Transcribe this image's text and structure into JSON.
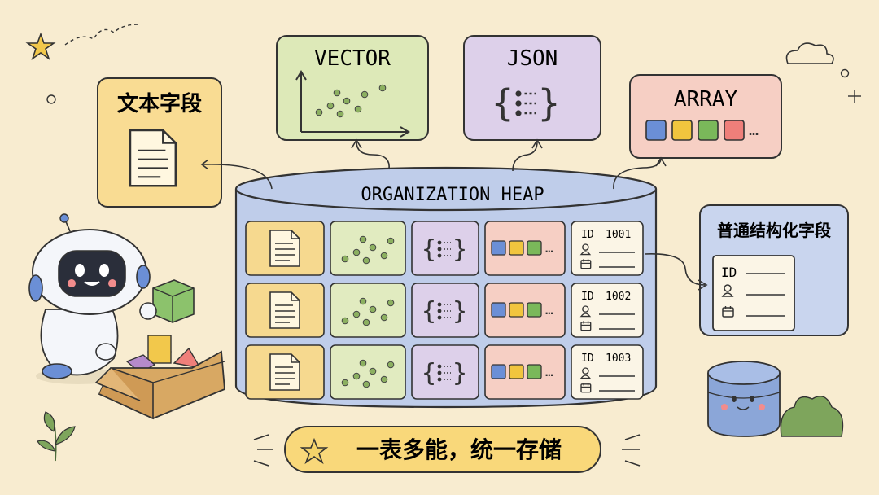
{
  "boxes": {
    "text_field": {
      "title": "文本字段",
      "fill": "#f9dc93"
    },
    "vector": {
      "title": "VECTOR",
      "fill": "#dde9b8"
    },
    "json": {
      "title": "JSON",
      "fill": "#ddd0ea"
    },
    "array": {
      "title": "ARRAY",
      "fill": "#f6cfc4"
    },
    "structured": {
      "title": "普通结构化字段",
      "fill": "#c9d5ee",
      "id_label": "ID"
    }
  },
  "heap": {
    "title": "ORGANIZATION HEAP",
    "fill": "#bfcdea",
    "rows": [
      {
        "id_label": "ID",
        "id_value": "1001"
      },
      {
        "id_label": "ID",
        "id_value": "1002"
      },
      {
        "id_label": "ID",
        "id_value": "1003"
      }
    ]
  },
  "array_colors": [
    "#6b8fd6",
    "#f1c53e",
    "#7ab85a",
    "#ef7f7a"
  ],
  "slogan": {
    "text": "一表多能，统一存储",
    "fill": "#f9d87a"
  },
  "icons": [
    "star-icon",
    "cloud-icon",
    "robot-icon",
    "cardboard-box-icon",
    "database-mascot-icon",
    "plant-icon",
    "document-icon",
    "scatter-plot-icon",
    "json-brace-icon",
    "user-icon",
    "calendar-icon"
  ]
}
